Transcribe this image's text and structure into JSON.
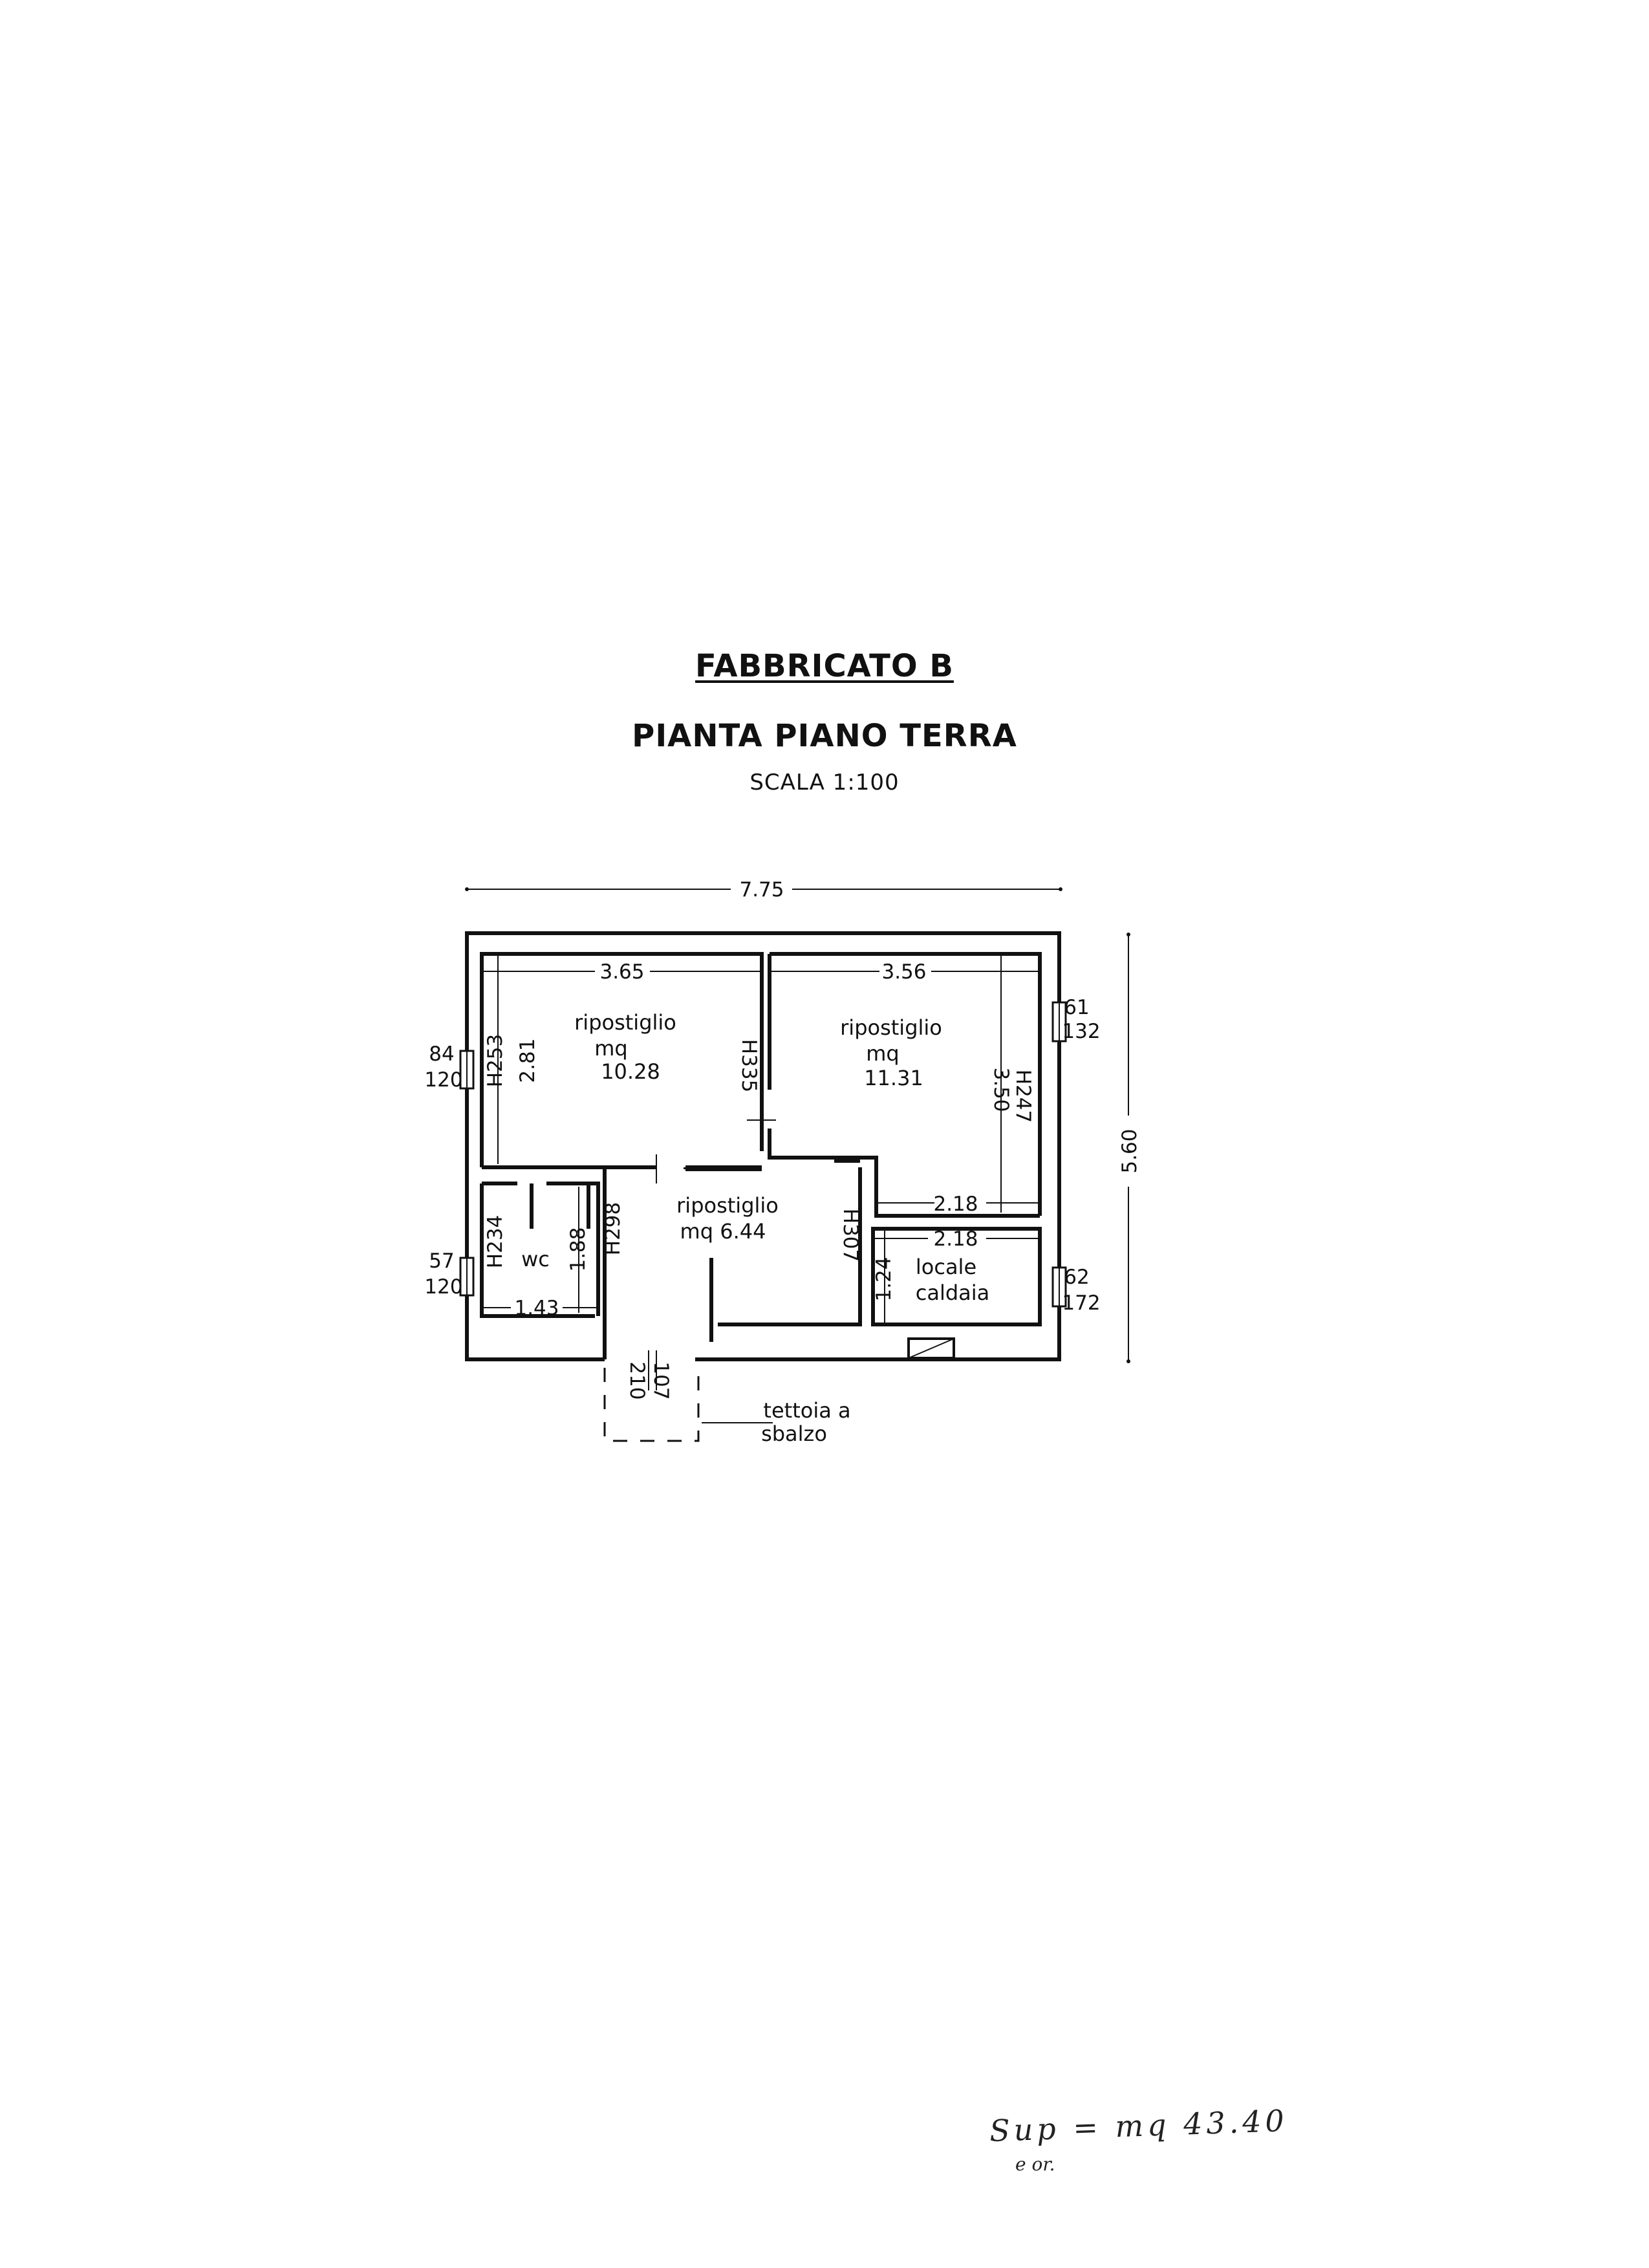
{
  "header": {
    "title": "FABBRICATO B",
    "subtitle": "PIANTA PIANO TERRA",
    "scale": "SCALA 1:100"
  },
  "plan": {
    "overall_width": "7.75",
    "overall_depth": "5.60",
    "rooms": [
      {
        "label": "ripostiglio",
        "area_line1": "mq",
        "area_line2": "10.28",
        "height": "H253",
        "width_dim": "3.65",
        "depth_dim": "2.81"
      },
      {
        "label": "ripostiglio",
        "area_line1": "mq",
        "area_line2": "11.31",
        "height": "H247",
        "width_dim": "3.56",
        "depth_dim": "3.50"
      },
      {
        "label": "ripostiglio",
        "area_line1": "mq 6.44",
        "height": "H298",
        "height2": "H307"
      },
      {
        "label": "wc",
        "height": "H234",
        "width_dim": "1.43",
        "depth_dim": "1.88"
      },
      {
        "label_line1": "locale",
        "label_line2": "caldaia",
        "width_dim": "2.18",
        "depth_dim": "1.24"
      }
    ],
    "wall_height_label": "H335",
    "bottom_dim_right": "2.18",
    "windows": {
      "w_left_top": {
        "top": "84",
        "bottom": "120"
      },
      "w_left_bottom": {
        "top": "57",
        "bottom": "120"
      },
      "w_right_top": {
        "top": "61",
        "bottom": "132"
      },
      "w_right_bottom": {
        "top": "62",
        "bottom": "172"
      }
    },
    "door": {
      "width": "107",
      "height": "210"
    },
    "canopy_line1": "tettoia a",
    "canopy_line2": "sbalzo"
  },
  "handwritten": {
    "line1": "Sup = mq 43.40",
    "line2": "e or."
  }
}
